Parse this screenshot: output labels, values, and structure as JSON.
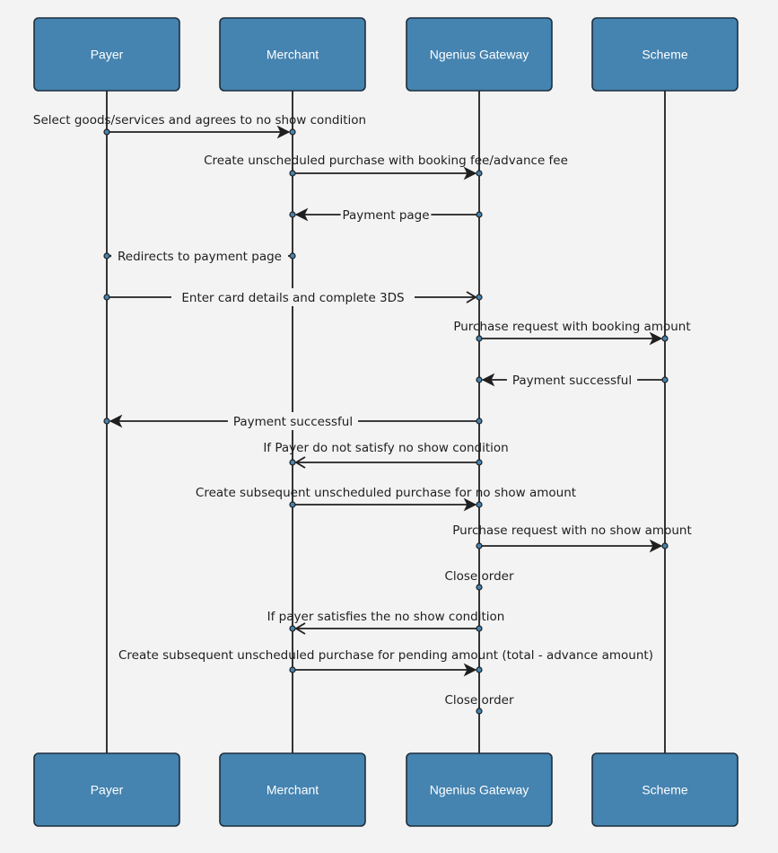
{
  "participants": [
    {
      "id": "payer",
      "label": "Payer"
    },
    {
      "id": "merchant",
      "label": "Merchant"
    },
    {
      "id": "gateway",
      "label": "Ngenius Gateway"
    },
    {
      "id": "scheme",
      "label": "Scheme"
    }
  ],
  "messages": [
    {
      "from": "payer",
      "to": "merchant",
      "label": "Select goods/services and agrees to no show condition",
      "arrow": "solid"
    },
    {
      "from": "merchant",
      "to": "gateway",
      "label": "Create unscheduled purchase with booking fee/advance fee",
      "arrow": "solid"
    },
    {
      "from": "gateway",
      "to": "merchant",
      "label": "Payment page",
      "arrow": "solid"
    },
    {
      "from": "merchant",
      "to": "payer",
      "label": "Redirects to payment page",
      "arrow": "open"
    },
    {
      "from": "payer",
      "to": "gateway",
      "label": "Enter card details and complete 3DS",
      "arrow": "open"
    },
    {
      "from": "gateway",
      "to": "scheme",
      "label": "Purchase request with booking amount",
      "arrow": "solid"
    },
    {
      "from": "scheme",
      "to": "gateway",
      "label": "Payment successful",
      "arrow": "solid"
    },
    {
      "from": "gateway",
      "to": "payer",
      "label": "Payment successful",
      "arrow": "solid"
    },
    {
      "from": "gateway",
      "to": "merchant",
      "label": "If Payer do not satisfy no show condition",
      "arrow": "open"
    },
    {
      "from": "merchant",
      "to": "gateway",
      "label": "Create subsequent unscheduled purchase for no show amount",
      "arrow": "solid"
    },
    {
      "from": "gateway",
      "to": "scheme",
      "label": "Purchase request with no show amount",
      "arrow": "solid"
    },
    {
      "from": "gateway",
      "to": "gateway",
      "label": "Close order",
      "arrow": "none"
    },
    {
      "from": "gateway",
      "to": "merchant",
      "label": "If payer satisfies the no show condition",
      "arrow": "open"
    },
    {
      "from": "merchant",
      "to": "gateway",
      "label": "Create subsequent unscheduled purchase for pending amount (total - advance amount)",
      "arrow": "solid"
    },
    {
      "from": "gateway",
      "to": "gateway",
      "label": "Close order",
      "arrow": "none"
    }
  ],
  "colors": {
    "actor_fill": "#4583b0",
    "line": "#1f1f1f",
    "background": "#f3f3f3"
  }
}
